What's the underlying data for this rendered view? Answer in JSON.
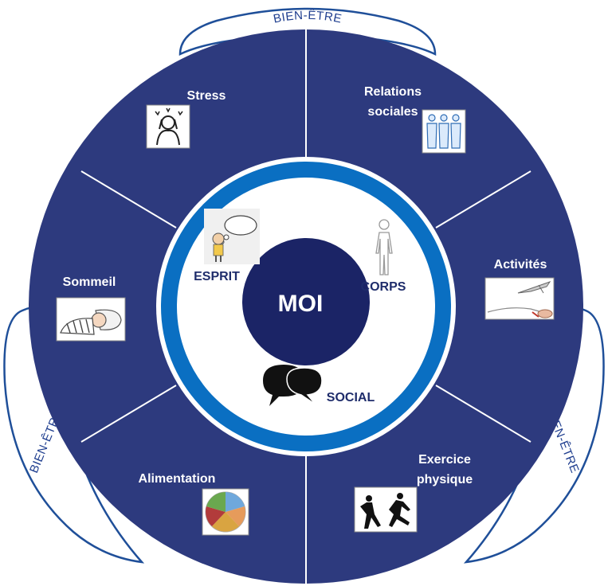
{
  "center": {
    "label": "MOI"
  },
  "inner_labels": {
    "mind": "ESPRIT",
    "body": "CORPS",
    "social": "SOCIAL"
  },
  "segments": [
    {
      "line1": "Stress",
      "line2": "",
      "icon": "stress-icon"
    },
    {
      "line1": "Relations",
      "line2": "sociales",
      "icon": "people-icon"
    },
    {
      "line1": "Activités",
      "line2": "",
      "icon": "drawing-hand-icon"
    },
    {
      "line1": "Exercice",
      "line2": "physique",
      "icon": "exercise-icon"
    },
    {
      "line1": "Alimentation",
      "line2": "",
      "icon": "food-plate-icon"
    },
    {
      "line1": "Sommeil",
      "line2": "",
      "icon": "sleeping-person-icon"
    }
  ],
  "bands": {
    "top": "BIEN-ÊTRE",
    "left": "BIEN-ÊTRE",
    "right": "BIEN-ÊTRE"
  },
  "colors": {
    "outer_ring": "#2d3a7e",
    "band_outline": "#1f4f99",
    "blue_ring": "#0a6fc2",
    "center": "#1b2466",
    "text_dark": "#1f2d6b"
  }
}
